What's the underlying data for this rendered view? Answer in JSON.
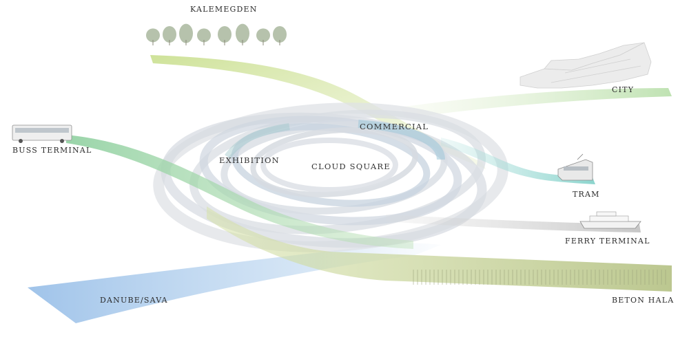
{
  "labels": {
    "kalemegden": "KALEMEGDEN",
    "city": "CITY",
    "buss_terminal": "BUSS TERMINAL",
    "commercial": "COMMERCIAL",
    "exhibition": "EXHIBITION",
    "cloud_square": "CLOUD SQUARE",
    "tram": "TRAM",
    "ferry_terminal": "FERRY TERMINAL",
    "danube_sava": "DANUBE/SAVA",
    "beton_hala": "BETON HALA"
  },
  "colors": {
    "green_flow": "#9fd29a",
    "light_green_flow": "#d9e8a8",
    "teal_flow": "#8ed4cf",
    "blue_river": "#9fc4ea",
    "grey_flow": "#cfcfcf",
    "olive_hall": "#c9d39a",
    "ring": "#d7dbe2",
    "tree": "#a9b79e",
    "building": "#e6e6e6"
  },
  "icons": [
    "tree-icon",
    "city-buildings-icon",
    "bus-icon",
    "tram-icon",
    "ferry-icon"
  ]
}
